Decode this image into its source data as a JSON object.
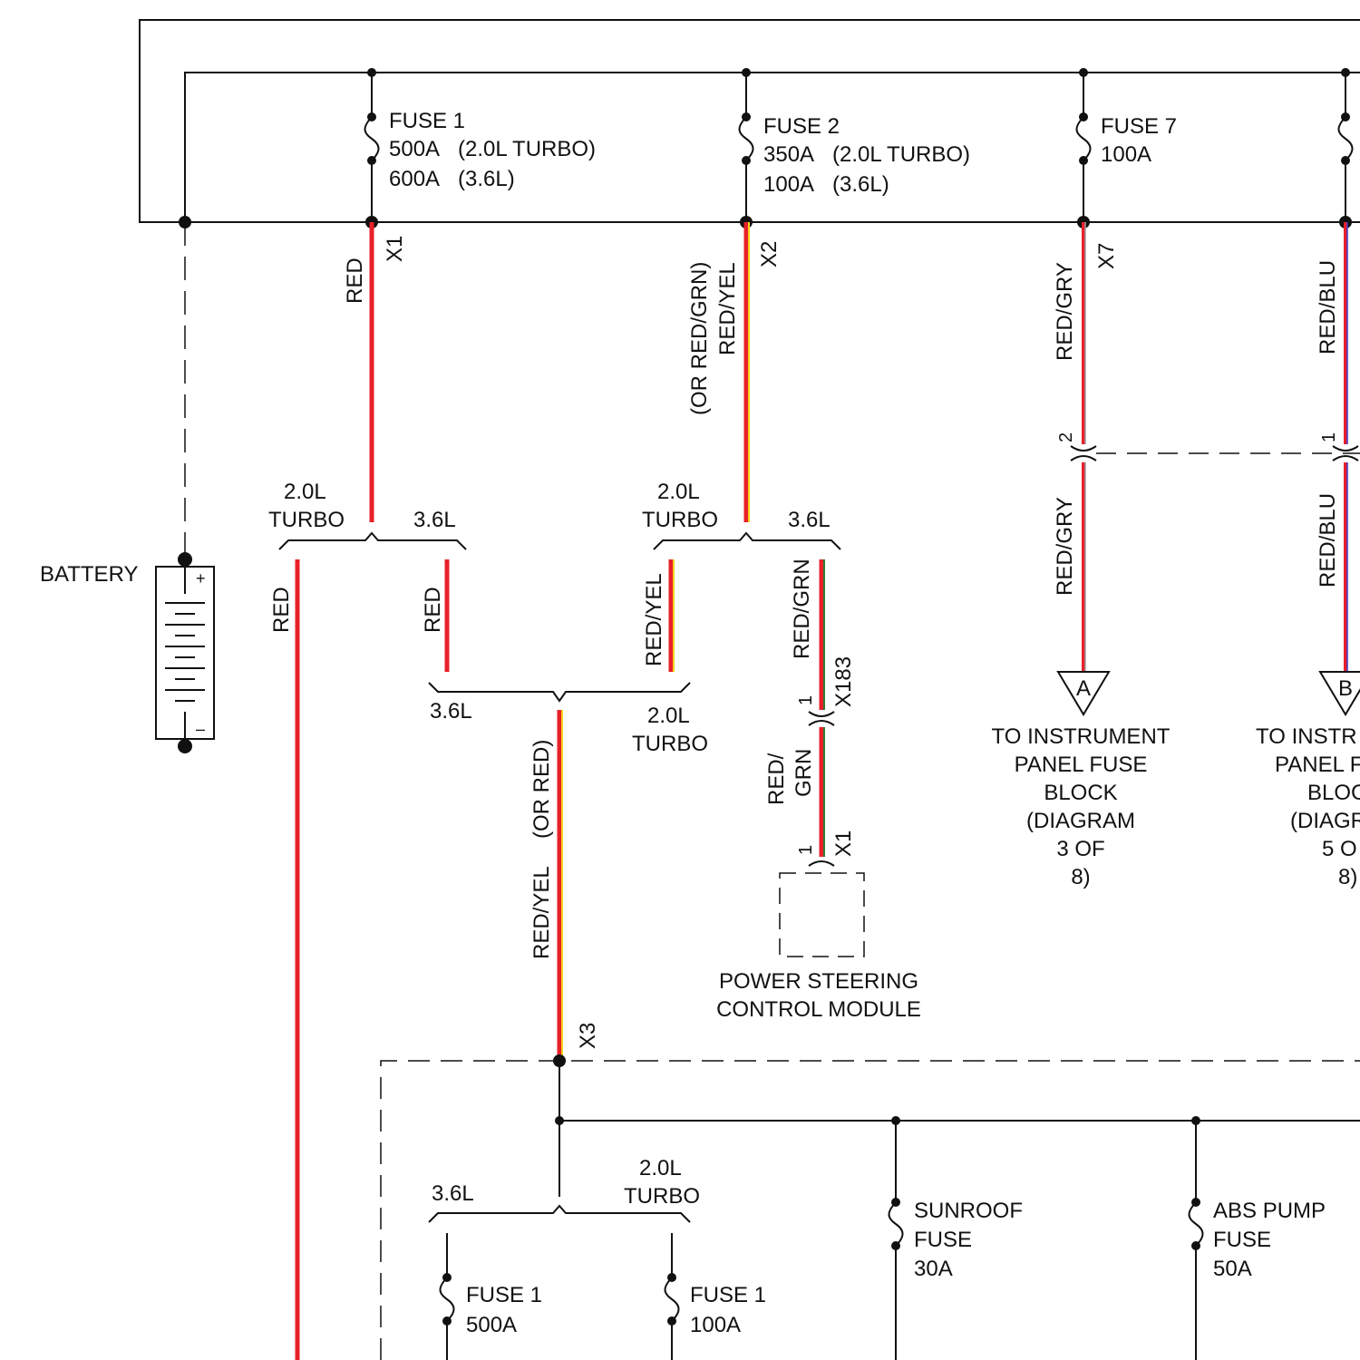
{
  "colors": {
    "red": "#e8202a",
    "yellow": "#f6d21a",
    "green": "#2e7d32",
    "gray": "#9e9e9e",
    "blue": "#3a3ad0",
    "line": "#111111"
  },
  "labels": {
    "fuse1_name": "FUSE 1",
    "fuse1_rating_a": "500A",
    "fuse1_cond_a": "(2.0L TURBO)",
    "fuse1_rating_b": "600A",
    "fuse1_cond_b": "(3.6L)",
    "fuse2_name": "FUSE 2",
    "fuse2_rating_a": "350A",
    "fuse2_cond_a": "(2.0L TURBO)",
    "fuse2_rating_b": "100A",
    "fuse2_cond_b": "(3.6L)",
    "fuse7_name": "FUSE 7",
    "fuse7_rating": "100A",
    "x1": "X1",
    "x2": "X2",
    "x7": "X7",
    "x3": "X3",
    "x183": "X183",
    "psm_x1": "X1",
    "wire_red": "RED",
    "wire_redyel": "RED/YEL",
    "wire_or_redgrn": "(OR RED/GRN)",
    "wire_redgry": "RED/GRY",
    "wire_redblu": "RED/BLU",
    "wire_redgrn": "RED/GRN",
    "wire_red_slash": "RED/",
    "wire_grn": "GRN",
    "wire_or_red": "(OR RED)",
    "battery": "BATTERY",
    "plus": "+",
    "minus": "–",
    "eng_20l": "2.0L",
    "eng_turbo": "TURBO",
    "eng_36l": "3.6L",
    "pin_1": "1",
    "pin_2": "2",
    "conn_a": "A",
    "conn_b": "B",
    "to_ipfb_a_1": "TO INSTRUMENT",
    "to_ipfb_a_2": "PANEL FUSE",
    "to_ipfb_a_3": "BLOCK",
    "to_ipfb_a_4": "(DIAGRAM",
    "to_ipfb_a_5": "3 OF",
    "to_ipfb_a_6": "8)",
    "to_ipfb_b_1": "TO INSTR",
    "to_ipfb_b_2": "PANEL F",
    "to_ipfb_b_3": "BLOC",
    "to_ipfb_b_4": "(DIAGR",
    "to_ipfb_b_5": "5 O",
    "to_ipfb_b_6": "8)",
    "psm_1": "POWER STEERING",
    "psm_2": "CONTROL MODULE",
    "sunroof_1": "SUNROOF",
    "sunroof_2": "FUSE",
    "sunroof_3": "30A",
    "abs_1": "ABS PUMP",
    "abs_2": "FUSE",
    "abs_3": "50A",
    "lower_fuse1_a_name": "FUSE 1",
    "lower_fuse1_a_rating": "500A",
    "lower_fuse1_b_name": "FUSE 1",
    "lower_fuse1_b_rating": "100A"
  }
}
